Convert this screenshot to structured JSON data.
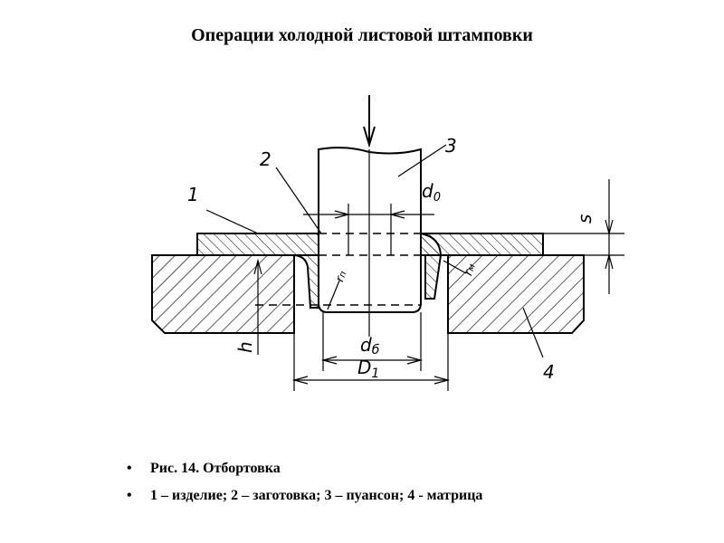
{
  "title": "Операции холодной листовой штамповки",
  "figure": {
    "part_labels": [
      "1",
      "2",
      "3",
      "4"
    ],
    "dimensions": {
      "d0": "d",
      "d0_sub": "0",
      "s": "s",
      "h": "h",
      "db": "d",
      "db_sub": "б",
      "D1": "D",
      "D1_sub": "1",
      "rp": "r",
      "rp_sub": "п",
      "rm": "r",
      "rm_sub": "м"
    }
  },
  "bullets": [
    {
      "bullet": "•",
      "text": "Рис. 14. Отбортовка"
    },
    {
      "bullet": "•",
      "text": "1 – изделие; 2 – заготовка; 3 – пуансон; 4 - матрица"
    }
  ]
}
